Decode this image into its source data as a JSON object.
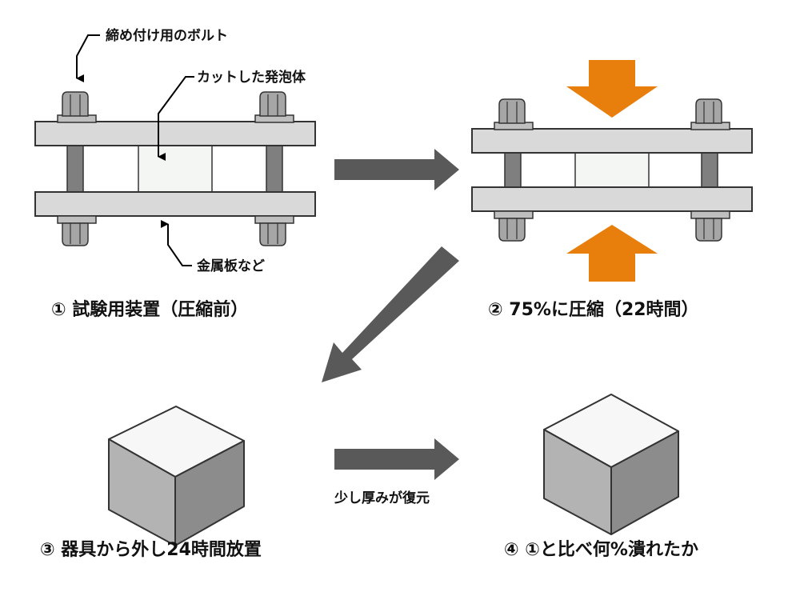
{
  "annotations": {
    "bolt": "締め付け用のボルト",
    "foam": "カットした発泡体",
    "plate": "金属板など"
  },
  "steps": {
    "step1": "① 試験用装置（圧縮前）",
    "step2": "② 75%に圧縮（22時間）",
    "step3": "③ 器具から外し24時間放置",
    "step4": "④ ①と比べ何%潰れたか"
  },
  "arrow_label": "少し厚みが復元",
  "colors": {
    "plate": "#d9d9d9",
    "foam": "#f4f6f4",
    "bolt_nut": "#a6a6a6",
    "bolt_shaft": "#7f7f7f",
    "flow_arrow": "#595959",
    "press_arrow": "#e87e0c",
    "cube_top": "#f7f7f7",
    "cube_left": "#b3b3b3",
    "cube_right": "#8c8c8c"
  }
}
